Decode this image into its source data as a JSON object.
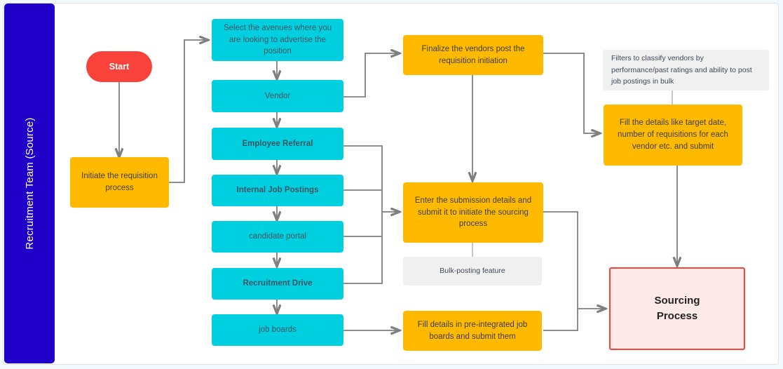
{
  "diagram": {
    "title": "Recruitment Sourcing Process Flowchart",
    "swimlane": {
      "label": "Recruitment Team (Source)",
      "color": "#2000c8"
    },
    "colors": {
      "start": "#f9423a",
      "process_orange": "#ffba00",
      "option_cyan": "#00cfe0",
      "note_gray": "#f0f0f0",
      "final_fill": "#fdeae8",
      "final_border": "#f9423a",
      "connector": "#7f7f7f",
      "canvas": "#ffffff"
    },
    "nodes": {
      "start": {
        "label": "Start",
        "shape": "pill",
        "color": "#f9423a"
      },
      "initiate": {
        "label": "Initiate the requisition process",
        "shape": "rect",
        "color": "#ffba00"
      },
      "select_avenues": {
        "label": "Select the avenues where you are looking to advertise the position",
        "shape": "rect",
        "color": "#00cfe0"
      },
      "vendor": {
        "label": "Vendor",
        "shape": "rect",
        "color": "#00cfe0"
      },
      "employee_referral": {
        "label": "Employee Referral",
        "shape": "rect",
        "color": "#00cfe0"
      },
      "internal_job_postings": {
        "label": "Internal Job Postings",
        "shape": "rect",
        "color": "#00cfe0"
      },
      "candidate_portal": {
        "label": "candidate portal",
        "shape": "rect",
        "color": "#00cfe0"
      },
      "recruitment_drive": {
        "label": "Recruitment Drive",
        "shape": "rect",
        "color": "#00cfe0"
      },
      "job_boards": {
        "label": "job boards",
        "shape": "rect",
        "color": "#00cfe0"
      },
      "finalize_vendors": {
        "label": "Finalize the vendors post the requisition initiation",
        "shape": "rect",
        "color": "#ffba00"
      },
      "enter_submission": {
        "label": "Enter the submission details and submit it to initiate the sourcing process",
        "shape": "rect",
        "color": "#ffba00"
      },
      "fill_job_boards": {
        "label": "Fill details in pre-integrated  job boards and submit them",
        "shape": "rect",
        "color": "#ffba00"
      },
      "filters_note": {
        "label": "Filters to classify vendors by performance/past ratings and ability to post job postings in bulk",
        "shape": "note",
        "color": "#f0f0f0"
      },
      "fill_details": {
        "label": "Fill the details like target date, number of requisitions for each vendor etc. and submit",
        "shape": "rect",
        "color": "#ffba00"
      },
      "bulk_posting_note": {
        "label": "Bulk-posting feature",
        "shape": "note",
        "color": "#f0f0f0"
      },
      "sourcing_process": {
        "label_line1": "Sourcing",
        "label_line2": "Process",
        "shape": "rect",
        "color": "#fdeae8"
      }
    },
    "edges": [
      {
        "from": "start",
        "to": "initiate"
      },
      {
        "from": "initiate",
        "to": "select_avenues"
      },
      {
        "from": "select_avenues",
        "to": "vendor"
      },
      {
        "from": "vendor",
        "to": "employee_referral"
      },
      {
        "from": "employee_referral",
        "to": "internal_job_postings"
      },
      {
        "from": "internal_job_postings",
        "to": "candidate_portal"
      },
      {
        "from": "candidate_portal",
        "to": "recruitment_drive"
      },
      {
        "from": "recruitment_drive",
        "to": "job_boards"
      },
      {
        "from": "vendor",
        "to": "finalize_vendors"
      },
      {
        "from": "finalize_vendors",
        "to": "enter_submission"
      },
      {
        "from": "finalize_vendors",
        "to": "fill_details"
      },
      {
        "from": "employee_referral",
        "to": "enter_submission"
      },
      {
        "from": "internal_job_postings",
        "to": "enter_submission"
      },
      {
        "from": "candidate_portal",
        "to": "enter_submission"
      },
      {
        "from": "recruitment_drive",
        "to": "enter_submission"
      },
      {
        "from": "job_boards",
        "to": "fill_job_boards"
      },
      {
        "from": "filters_note",
        "to": "fill_details"
      },
      {
        "from": "fill_details",
        "to": "sourcing_process"
      },
      {
        "from": "enter_submission",
        "to": "sourcing_process"
      },
      {
        "from": "fill_job_boards",
        "to": "sourcing_process"
      },
      {
        "from": "enter_submission",
        "to": "bulk_posting_note"
      }
    ]
  }
}
